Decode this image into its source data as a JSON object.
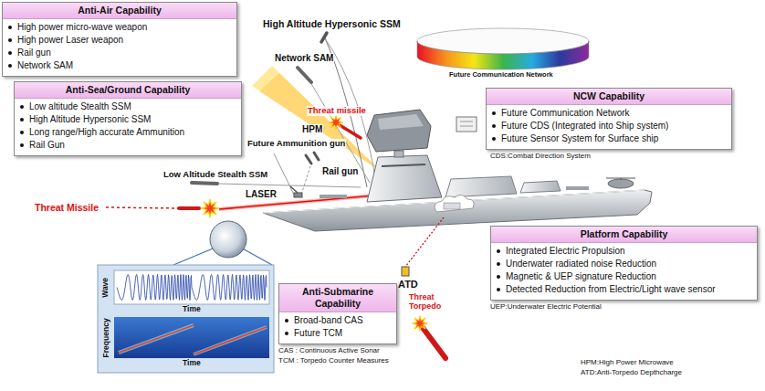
{
  "diagram": {
    "nodes": [
      {
        "text": [
          "Anti-Air Capability",
          "High power micro-wave weapon",
          "High power Laser weapon",
          "Rail gun",
          "Network SAM"
        ]
      },
      {
        "text": [
          "Anti-Sea/Ground Capability",
          "Low altitude Stealth SSM",
          "High Altitude Hypersonic SSM",
          "Long range/High accurate Ammunition",
          "Rail Gun"
        ]
      },
      {
        "text": [
          "NCW Capability",
          "Future Communication Network",
          "Future CDS (Integrated into Ship system)",
          "Future Sensor System for Surface ship"
        ]
      },
      {
        "text": [
          "Platform Capability",
          "Integrated Electric Propulsion",
          "Underwater radiated noise Reduction",
          "Magnetic & UEP signature Reduction",
          "Detected Reduction from Electric/Light wave sensor"
        ]
      },
      {
        "text": [
          "Anti-Submarine Capability",
          "Broad-band CAS",
          "Future TCM"
        ]
      }
    ],
    "labels": [
      "High Altitude Hypersonic SSM",
      "Network SAM",
      "Threat missile",
      "HPM",
      "Future Ammunition gun",
      "Rail gun",
      "Low Altitude Stealth SSM",
      "LASER",
      "Threat Missile",
      "Future Communication Network",
      "CDS:Combat Direction System",
      "UEP:Underwater Electric Potential",
      "Wave",
      "Time",
      "Frequency",
      "Time",
      "ATD",
      "Threat Torpedo",
      "CAS : Continuous Active Sonar",
      "TCM : Torpedo Counter Measures",
      "HPM:High Power Microwave",
      "ATD:Anti-Torpedo Depthcharge"
    ]
  }
}
